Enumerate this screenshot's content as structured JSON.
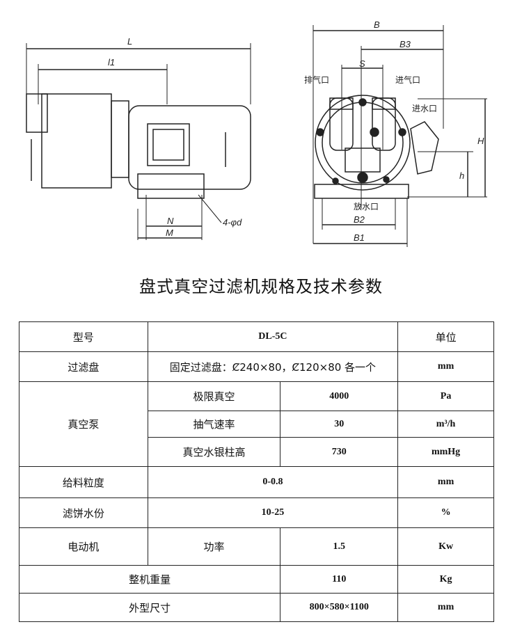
{
  "drawing": {
    "side_view": {
      "dims": [
        "L",
        "l1",
        "N",
        "M",
        "4-φd"
      ]
    },
    "front_view": {
      "dims": [
        "B",
        "B3",
        "S",
        "H",
        "h",
        "B2",
        "B1"
      ],
      "labels": {
        "exhaust": "排气口",
        "intake": "进气口",
        "water_in": "进水口",
        "drain": "放水口"
      }
    }
  },
  "title": "盘式真空过滤机规格及技术参数",
  "table": {
    "header": {
      "c1": "型号",
      "c2": "DL-5C",
      "c3": "单位"
    },
    "filter": {
      "label": "过滤盘",
      "value": "固定过滤盘：Ȼ240×80，Ȼ120×80 各一个",
      "unit": "mm"
    },
    "pump": {
      "label": "真空泵",
      "rows": [
        {
          "name": "极限真空",
          "value": "4000",
          "unit": "Pa"
        },
        {
          "name": "抽气速率",
          "value": "30",
          "unit": "m³/h"
        },
        {
          "name": "真空水银柱高",
          "value": "730",
          "unit": "mmHg"
        }
      ]
    },
    "feed": {
      "label": "给料粒度",
      "value": "0-0.8",
      "unit": "mm"
    },
    "moisture": {
      "label": "滤饼水份",
      "value": "10-25",
      "unit": "%"
    },
    "motor": {
      "label": "电动机",
      "name": "功率",
      "value": "1.5",
      "unit": "Kw"
    },
    "weight": {
      "label": "整机重量",
      "value": "110",
      "unit": "Kg"
    },
    "size": {
      "label": "外型尺寸",
      "value": "800×580×1100",
      "unit": "mm"
    }
  }
}
